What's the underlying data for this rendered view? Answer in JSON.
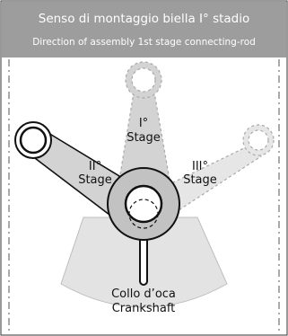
{
  "header": {
    "title": "Senso di montaggio biella I° stadio",
    "subtitle": "Direction of assembly 1st stage connecting-rod"
  },
  "labels": {
    "stage1_line1": "I°",
    "stage1_line2": "Stage",
    "stage2_line1": "II°",
    "stage2_line2": "Stage",
    "stage3_line1": "III°",
    "stage3_line2": "Stage",
    "crank_line1": "Collo d’oca",
    "crank_line2": "Crankshaft"
  },
  "colors": {
    "header_bg": "#9d9d9d",
    "arm_fill": "#d3d3d3",
    "arm_light_fill": "#e6e6e6",
    "outline": "#111111",
    "dashed": "#a8a8a8",
    "sector_fill": "#e3e3e3",
    "hub_fill": "#c2c2c2"
  }
}
